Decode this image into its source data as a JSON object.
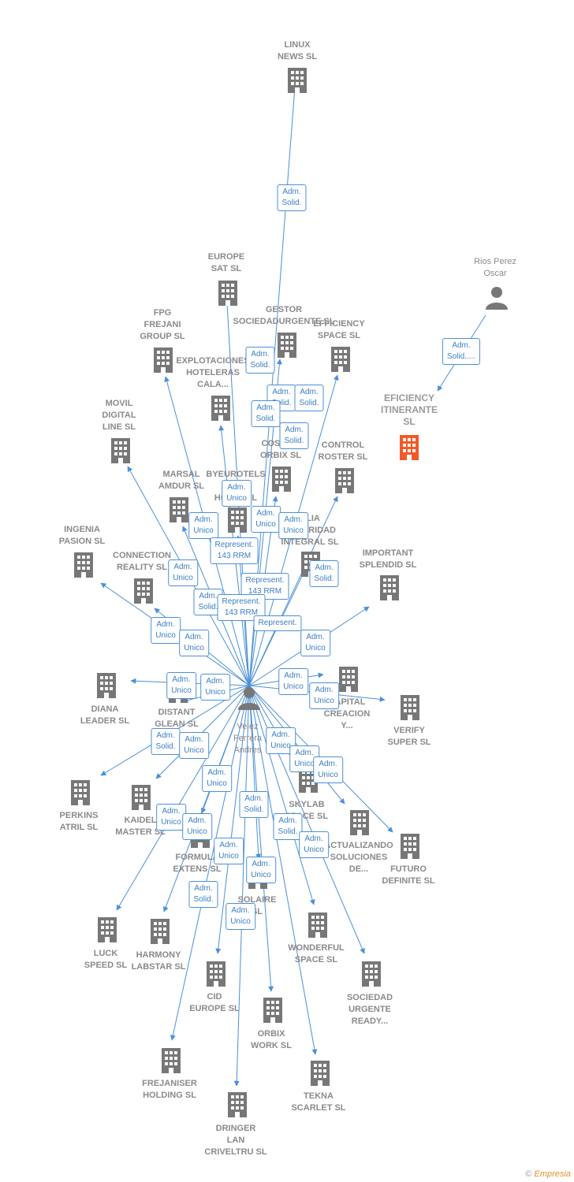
{
  "center": {
    "name": "Velez\nFerrera\nAndres"
  },
  "focus_company": {
    "name": "EFICIENCY\nITINERANTE\nSL"
  },
  "colors": {
    "edge": "#4a90d9",
    "node": "#777777",
    "focus": "#f25a2a",
    "person": "#777777"
  },
  "companies": [
    {
      "name": "LINUX\nNEWS SL"
    },
    {
      "name": "EUROPE\nSAT SL"
    },
    {
      "name": "GESTOR\nSOCIEDADURGENTE SL"
    },
    {
      "name": "EFFICIENCY\nSPACE SL"
    },
    {
      "name": "FPG\nFREJANI\nGROUP SL"
    },
    {
      "name": "EXPLOTACIONES\nHOTELERAS\nCALA..."
    },
    {
      "name": "MOVIL\nDIGITAL\nLINE SL"
    },
    {
      "name": "COSMOS\nORBIX SL"
    },
    {
      "name": "CONTROL\nROSTER SL"
    },
    {
      "name": "MARSAL\nAMDUR SL"
    },
    {
      "name": "BYEUROTELS\nG\nHOTEL SL"
    },
    {
      "name": "ALIA\nSEGURIDAD\nINTEGRAL SL"
    },
    {
      "name": "INGENIA\nPASION SL"
    },
    {
      "name": "CONNECTION\nREALITY SL"
    },
    {
      "name": "IMPORTANT\nSPLENDID SL"
    },
    {
      "name": "DIANA\nLEADER SL"
    },
    {
      "name": "DISTANT\nGLEAN SL"
    },
    {
      "name": "CAPITAL\nCREACION\nY..."
    },
    {
      "name": "VERIFY\nSUPER SL"
    },
    {
      "name": "PERKINS\nATRIL SL"
    },
    {
      "name": "KAIDEL\nMASTER SL"
    },
    {
      "name": "SKYLAB\nSPACE SL"
    },
    {
      "name": "ACTUALIZANDO\nSOLUCIONES\nDE..."
    },
    {
      "name": "FUTURO\nDEFINITE SL"
    },
    {
      "name": "FORMULA\nEXTENS SL"
    },
    {
      "name": "SOLAIRE\nSL"
    },
    {
      "name": "LUCK\nSPEED SL"
    },
    {
      "name": "HARMONY\nLABSTAR SL"
    },
    {
      "name": "WONDERFUL\nSPACE SL"
    },
    {
      "name": "CID\nEUROPE SL"
    },
    {
      "name": "SOCIEDAD\nURGENTE\nREADY..."
    },
    {
      "name": "ORBIX\nWORK SL"
    },
    {
      "name": "FREJANISER\nHOLDING SL"
    },
    {
      "name": "TEKNA\nSCARLET SL"
    },
    {
      "name": "DRINGER\nLAN\nCRIVELTRU SL"
    }
  ],
  "other_person": {
    "name": "Rios Perez\nOscar"
  },
  "relations": [
    {
      "label": "Adm.\nSolid."
    },
    {
      "label": "Adm.\nSolid....."
    },
    {
      "label": "Adm.\nSolid."
    },
    {
      "label": "Adm.\nSolid."
    },
    {
      "label": "Adm.\nSolid."
    },
    {
      "label": "Adm.\nSolid."
    },
    {
      "label": "Adm.\nSolid."
    },
    {
      "label": "Adm.\nUnico"
    },
    {
      "label": "Adm.\nUnico"
    },
    {
      "label": "Adm.\nUnico"
    },
    {
      "label": "Adm.\nUnico"
    },
    {
      "label": "Represent.\n143 RRM"
    },
    {
      "label": "Adm.\nUnico"
    },
    {
      "label": "Adm.\nSolid."
    },
    {
      "label": "Represent.\n143 RRM"
    },
    {
      "label": "Represent.\n143 RRM"
    },
    {
      "label": "Represent."
    },
    {
      "label": "Adm.\nSolid."
    },
    {
      "label": "Adm.\nUnico"
    },
    {
      "label": "Adm.\nUnico"
    },
    {
      "label": "Adm.\nUnico"
    },
    {
      "label": "Adm.\nUnico"
    },
    {
      "label": "Adm.\nUnico"
    },
    {
      "label": "Adm.\nUnico"
    },
    {
      "label": "Adm.\nUnico"
    },
    {
      "label": "Adm.\nSolid."
    },
    {
      "label": "Adm.\nUnico"
    },
    {
      "label": "Adm.\nUnico"
    },
    {
      "label": "Adm.\nUnico"
    },
    {
      "label": "Adm.\nUnico"
    },
    {
      "label": "Adm.\nUnico"
    },
    {
      "label": "Adm.\nSolid."
    },
    {
      "label": "Adm.\nUnico"
    },
    {
      "label": "Adm.\nUnico"
    },
    {
      "label": "Adm.\nSolid."
    },
    {
      "label": "Adm.\nUnico"
    },
    {
      "label": "Adm.\nUnico"
    },
    {
      "label": "Adm.\nUnico"
    },
    {
      "label": "Adm.\nSolid."
    },
    {
      "label": "Adm.\nUnico"
    }
  ],
  "footer": {
    "copyright": "©",
    "brand": "Empresia"
  }
}
